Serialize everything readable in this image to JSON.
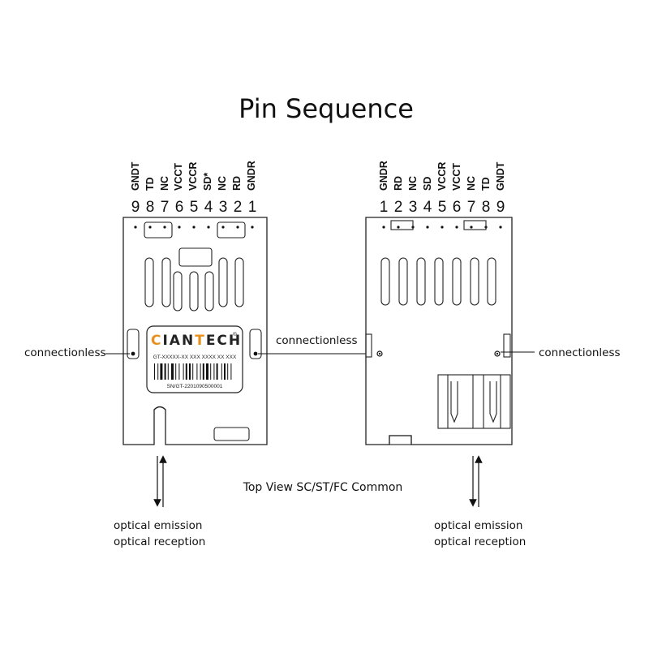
{
  "title": "Pin Sequence",
  "left_module": {
    "pin_labels": [
      "GNDT",
      "TD",
      "NC",
      "VCCT",
      "VCCR",
      "SD*",
      "NC",
      "RD",
      "GNDR"
    ],
    "pin_numbers": [
      "9",
      "8",
      "7",
      "6",
      "5",
      "4",
      "3",
      "2",
      "1"
    ],
    "label": {
      "brand_parts": [
        "C",
        "IAN",
        "T",
        "ECH"
      ],
      "registered": "®",
      "part_number": "GT-XXXXX-XX  XXX XXXX XX XXX",
      "serial": "SN/GT-2201090500001"
    },
    "side_note": "connectionless"
  },
  "right_module": {
    "pin_labels": [
      "GNDR",
      "RD",
      "NC",
      "SD",
      "VCCR",
      "VCCT",
      "NC",
      "TD",
      "GNDT"
    ],
    "pin_numbers": [
      "1",
      "2",
      "3",
      "4",
      "5",
      "6",
      "7",
      "8",
      "9"
    ],
    "side_note": "connectionless"
  },
  "center_note": "connectionless",
  "caption": "Top View SC/ST/FC Common",
  "optical": {
    "emission": "optical emission",
    "reception": "optical reception"
  },
  "colors": {
    "brand_orange": "#e8901c",
    "brand_dark": "#222222"
  }
}
